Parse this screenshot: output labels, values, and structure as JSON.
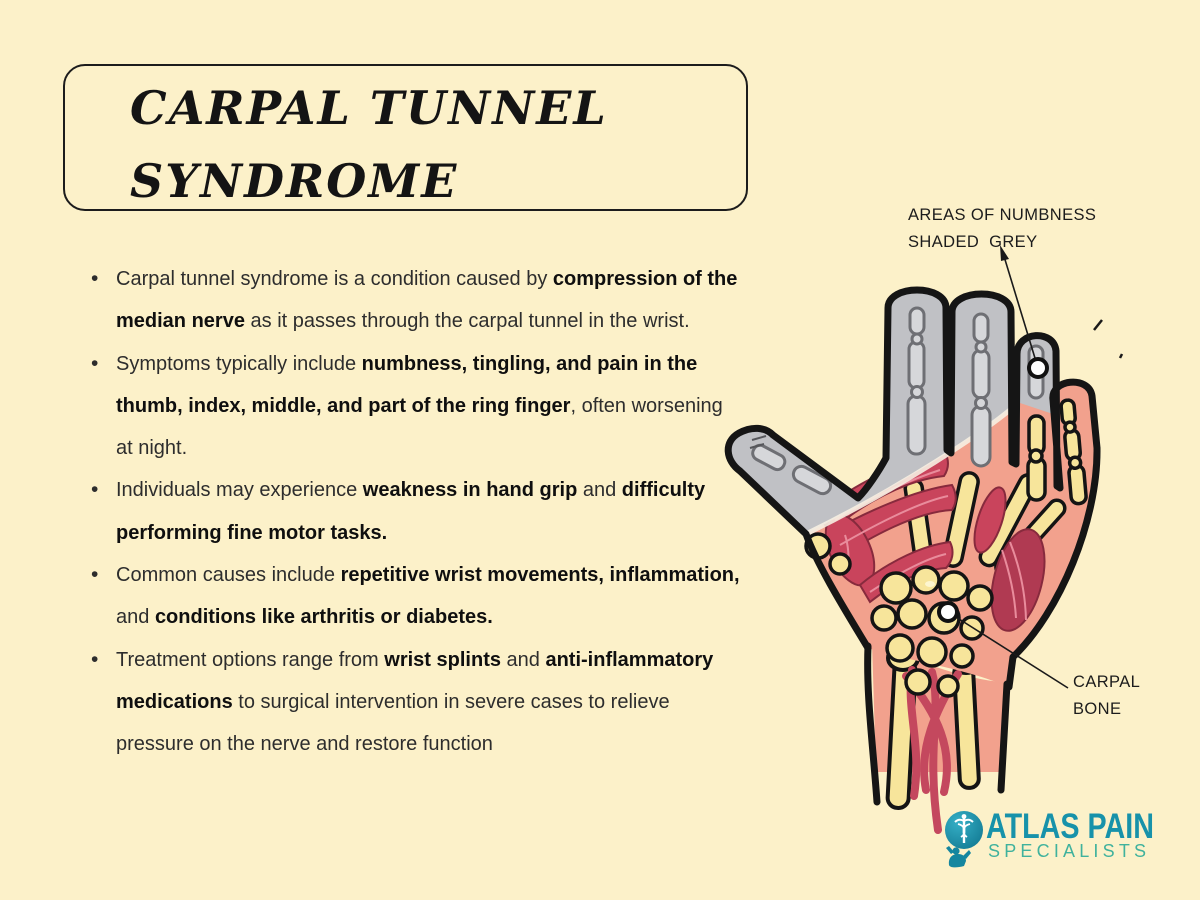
{
  "title": {
    "line1": "CARPAL TUNNEL",
    "line2": "SYNDROME"
  },
  "bullets": [
    {
      "segments": [
        {
          "text": "Carpal tunnel syndrome is a condition caused by ",
          "bold": false
        },
        {
          "text": "compression of the median nerve",
          "bold": true
        },
        {
          "text": " as it passes through the carpal tunnel in the wrist.",
          "bold": false
        }
      ]
    },
    {
      "segments": [
        {
          "text": "Symptoms typically include ",
          "bold": false
        },
        {
          "text": "numbness, tingling, and pain in the thumb, index, middle, and part of the ring finger",
          "bold": true
        },
        {
          "text": ", often worsening at night.",
          "bold": false
        }
      ]
    },
    {
      "segments": [
        {
          "text": "Individuals may experience ",
          "bold": false
        },
        {
          "text": "weakness in hand grip",
          "bold": true
        },
        {
          "text": " and ",
          "bold": false
        },
        {
          "text": "difficulty performing fine motor tasks.",
          "bold": true
        }
      ]
    },
    {
      "segments": [
        {
          "text": "Common causes include ",
          "bold": false
        },
        {
          "text": "repetitive wrist movements, inflammation,",
          "bold": true
        },
        {
          "text": " and ",
          "bold": false
        },
        {
          "text": "conditions like arthritis or diabetes.",
          "bold": true
        }
      ]
    },
    {
      "segments": [
        {
          "text": "Treatment options range from ",
          "bold": false
        },
        {
          "text": "wrist splints",
          "bold": true
        },
        {
          "text": " and ",
          "bold": false
        },
        {
          "text": "anti-inflammatory medications",
          "bold": true
        },
        {
          "text": " to surgical intervention in severe cases to relieve pressure on the nerve and restore function",
          "bold": false
        }
      ]
    }
  ],
  "annotations": {
    "numbness": {
      "line1": "AREAS OF NUMBNESS",
      "line2": "SHADED  GREY"
    },
    "carpal": {
      "line1": "CARPAL",
      "line2": "BONE"
    }
  },
  "logo": {
    "title": "ATLAS PAIN",
    "subtitle": "SPECIALISTS"
  },
  "colors": {
    "background": "#FCF1C9",
    "title_text": "#141414",
    "body_text": "#2d2d2d",
    "label_text": "#1c1c1c",
    "logo_teal": "#1792AA",
    "logo_green": "#40B29D",
    "numb_grey": "#C0C1C5",
    "skin_pink": "#F2A18D",
    "bone_yellow": "#F7E59B",
    "muscle_red": "#C9445C",
    "outline_black": "#151515"
  }
}
